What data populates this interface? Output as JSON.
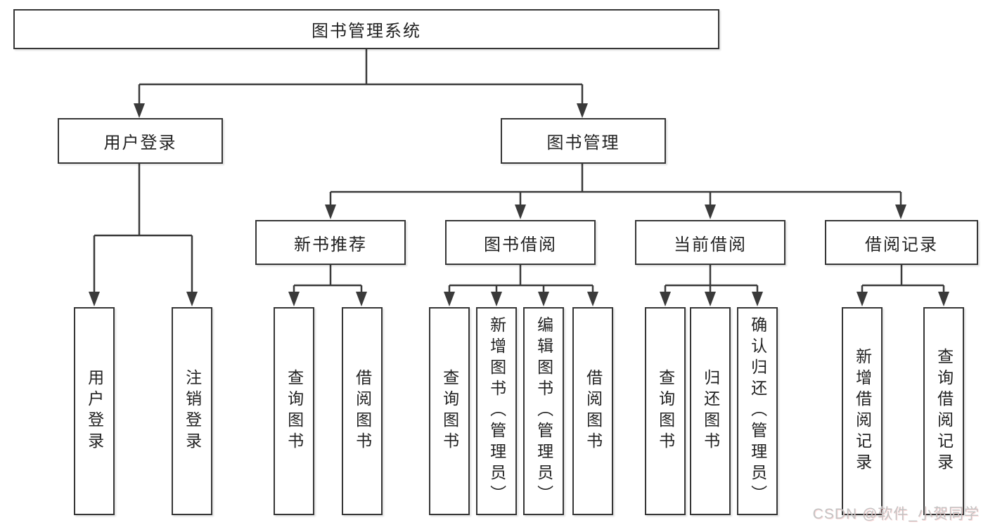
{
  "diagram_title": "图书管理系统",
  "watermark": {
    "text": "CSDN @软件_小贺同学"
  },
  "colors": {
    "line": "#3a3a3a",
    "box_border": "#363636",
    "text": "#222222",
    "background": "#ffffff",
    "watermark": "#c3c3c3"
  },
  "tree": {
    "root": {
      "label": "图书管理系统"
    },
    "branches": [
      {
        "label": "用户登录",
        "children": [
          {
            "label": "用户登录"
          },
          {
            "label": "注销登录"
          }
        ]
      },
      {
        "label": "图书管理",
        "children": [
          {
            "label": "新书推荐",
            "children": [
              {
                "label": "查询图书"
              },
              {
                "label": "借阅图书"
              }
            ]
          },
          {
            "label": "图书借阅",
            "children": [
              {
                "label": "查询图书"
              },
              {
                "label": "新增图书（管理员）"
              },
              {
                "label": "编辑图书（管理员）"
              },
              {
                "label": "借阅图书"
              }
            ]
          },
          {
            "label": "当前借阅",
            "children": [
              {
                "label": "查询图书"
              },
              {
                "label": "归还图书"
              },
              {
                "label": "确认归还（管理员）"
              }
            ]
          },
          {
            "label": "借阅记录",
            "children": [
              {
                "label": "新增借阅记录"
              },
              {
                "label": "查询借阅记录"
              }
            ]
          }
        ]
      }
    ]
  }
}
